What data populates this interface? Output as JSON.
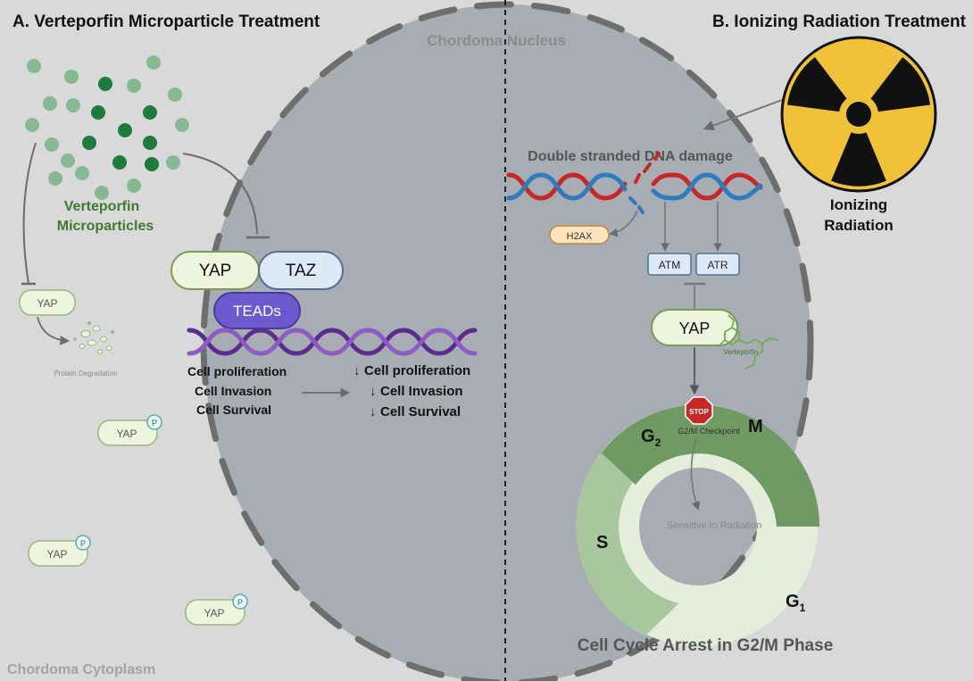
{
  "panel_a": {
    "title": "A. Verteporfin Microparticle Treatment",
    "microparticles_label_1": "Verteporfin",
    "microparticles_label_2": "Microparticles",
    "yap_label": "YAP",
    "protein_degradation": "Protein Degradation",
    "phospho_yap_label": "YAP",
    "phospho_badge": "P",
    "complex": {
      "yap": "YAP",
      "taz": "TAZ",
      "teads": "TEADs"
    },
    "effects_before": [
      "Cell proliferation",
      "Cell Invasion",
      "Cell Survival"
    ],
    "effects_after": [
      "Cell proliferation",
      "Cell Invasion",
      "Cell Survival"
    ],
    "down_arrow": "↓"
  },
  "panel_b": {
    "title": "B. Ionizing Radiation Treatment",
    "dna_damage": "Double stranded DNA damage",
    "h2ax": "H2AX",
    "atm": "ATM",
    "atr": "ATR",
    "yap": "YAP",
    "verteporfin": "Verteporfin",
    "radiation_label_1": "Ionizing",
    "radiation_label_2": "Radiation",
    "stop": "STOP",
    "checkpoint": "G2/M Checkpoint",
    "sensitive": "Sensitive to Radiation",
    "phase_g2": "G",
    "phase_g2_sub": "2",
    "phase_m": "M",
    "phase_s": "S",
    "phase_g1": "G",
    "phase_g1_sub": "1",
    "arrest": "Cell Cycle Arrest in G2/M Phase"
  },
  "nucleus_label": "Chordoma Nucleus",
  "cytoplasm_label": "Chordoma Cytoplasm",
  "colors": {
    "background": "#d9d9d9",
    "nucleus": "#a8adb3",
    "nucleus_border": "#707070",
    "particle_dark": "#1e7a3e",
    "particle_light": "#86b894",
    "yap_fill": "#eef5de",
    "yap_border": "#7a9a56",
    "taz_fill": "#dde9f6",
    "taz_border": "#4f6f95",
    "teads_fill": "#6a5acd",
    "dna_red": "#c62828",
    "dna_blue": "#2f7bbf",
    "dna_purple": "#5b2c8e",
    "radiation_yellow": "#f2c13a",
    "cycle_dark": "#6f9a63",
    "cycle_mid": "#a9c79e",
    "cycle_light": "#e4eedb",
    "title_green": "#3f7a2e",
    "stop_red": "#c62828"
  }
}
